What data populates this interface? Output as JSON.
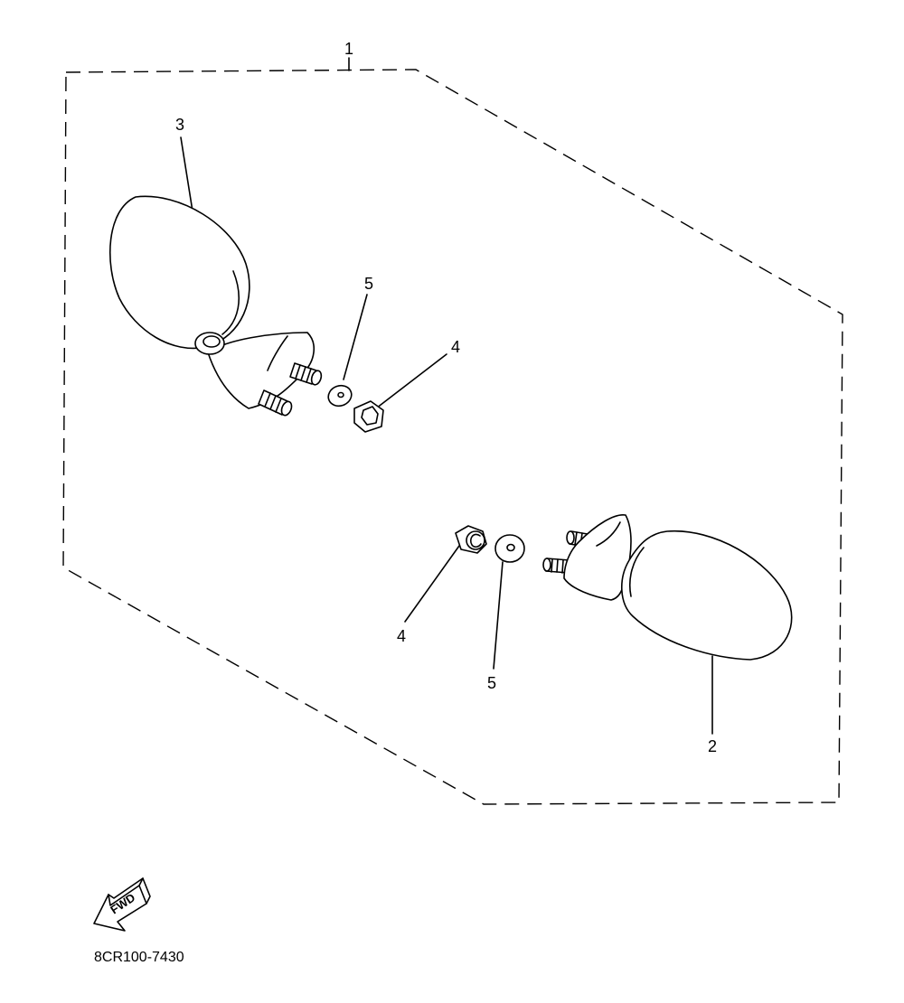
{
  "diagram": {
    "callouts": {
      "assembly": "1",
      "mirror_left_body": "3",
      "mirror_right_body": "2",
      "washer_upper": "5",
      "nut_upper": "4",
      "nut_lower": "4",
      "washer_lower": "5"
    },
    "direction_label": "FWD",
    "part_code": "8CR100-7430"
  }
}
